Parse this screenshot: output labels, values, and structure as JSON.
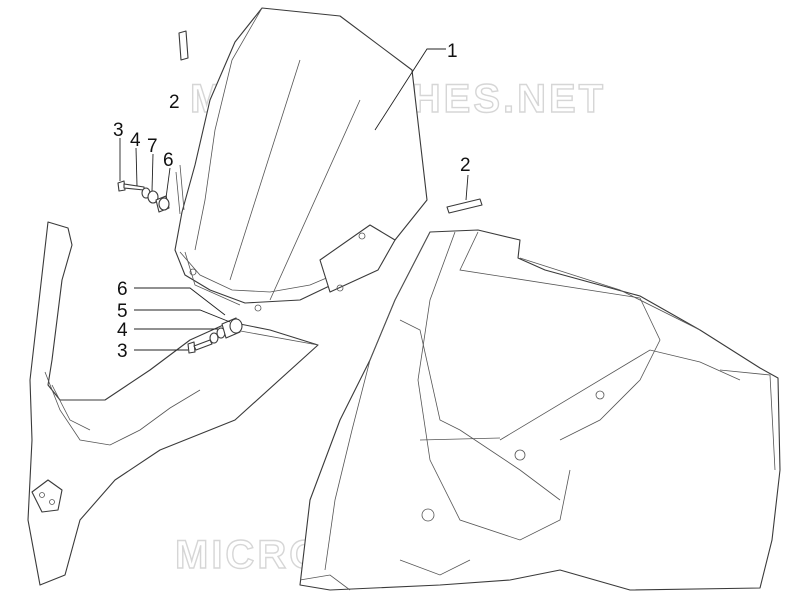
{
  "watermarks": [
    "MICROFICHES.NET",
    "MICROFICHES.NET"
  ],
  "callouts": [
    {
      "id": "c1",
      "label": "1"
    },
    {
      "id": "c2a",
      "label": "2"
    },
    {
      "id": "c2b",
      "label": "2"
    },
    {
      "id": "c3a",
      "label": "3"
    },
    {
      "id": "c4a",
      "label": "4"
    },
    {
      "id": "c7",
      "label": "7"
    },
    {
      "id": "c6a",
      "label": "6"
    },
    {
      "id": "c6b",
      "label": "6"
    },
    {
      "id": "c5",
      "label": "5"
    },
    {
      "id": "c4b",
      "label": "4"
    },
    {
      "id": "c3b",
      "label": "3"
    }
  ]
}
